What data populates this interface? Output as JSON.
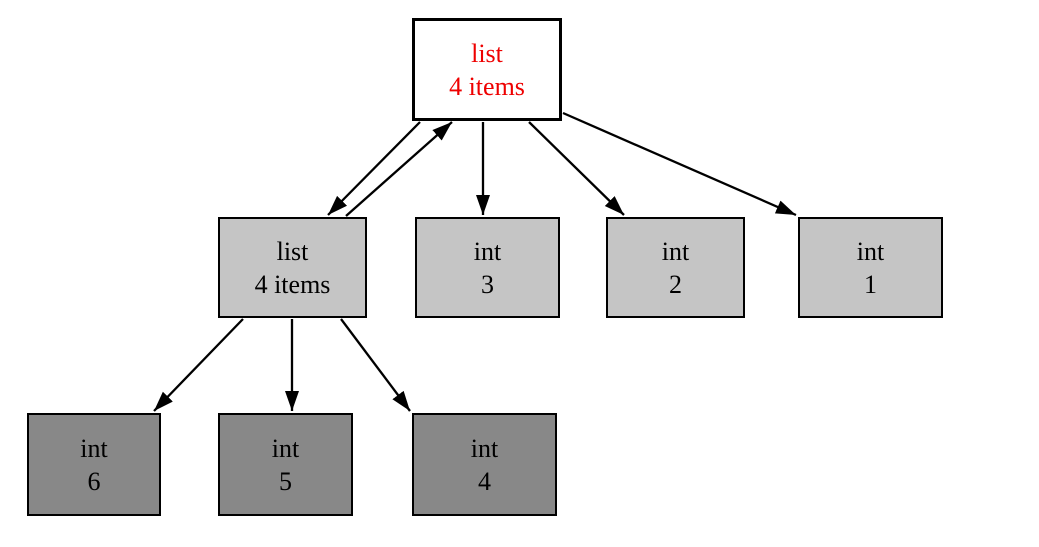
{
  "diagram": {
    "kind": "object-reference-graph",
    "nodes": [
      {
        "id": "list-root",
        "type_label": "list",
        "value_label": "4 items",
        "fill": "#ffffff",
        "text_color": "#ee0000"
      },
      {
        "id": "list-child",
        "type_label": "list",
        "value_label": "4 items",
        "fill": "#c5c5c5",
        "text_color": "#000000"
      },
      {
        "id": "int-3",
        "type_label": "int",
        "value_label": "3",
        "fill": "#c5c5c5",
        "text_color": "#000000"
      },
      {
        "id": "int-2",
        "type_label": "int",
        "value_label": "2",
        "fill": "#c5c5c5",
        "text_color": "#000000"
      },
      {
        "id": "int-1",
        "type_label": "int",
        "value_label": "1",
        "fill": "#c5c5c5",
        "text_color": "#000000"
      },
      {
        "id": "int-6",
        "type_label": "int",
        "value_label": "6",
        "fill": "#888888",
        "text_color": "#000000"
      },
      {
        "id": "int-5",
        "type_label": "int",
        "value_label": "5",
        "fill": "#888888",
        "text_color": "#000000"
      },
      {
        "id": "int-4",
        "type_label": "int",
        "value_label": "4",
        "fill": "#888888",
        "text_color": "#000000"
      }
    ],
    "edges": [
      {
        "from": "list-root",
        "to": "list-child"
      },
      {
        "from": "list-child",
        "to": "list-root"
      },
      {
        "from": "list-root",
        "to": "int-3"
      },
      {
        "from": "list-root",
        "to": "int-2"
      },
      {
        "from": "list-root",
        "to": "int-1"
      },
      {
        "from": "list-child",
        "to": "int-6"
      },
      {
        "from": "list-child",
        "to": "int-5"
      },
      {
        "from": "list-child",
        "to": "int-4"
      }
    ],
    "colors": {
      "background": "#ffffff",
      "node_border": "#000000",
      "edge": "#000000",
      "root_fill": "#ffffff",
      "root_text": "#ee0000",
      "middle_fill": "#c5c5c5",
      "bottom_fill": "#888888"
    }
  }
}
